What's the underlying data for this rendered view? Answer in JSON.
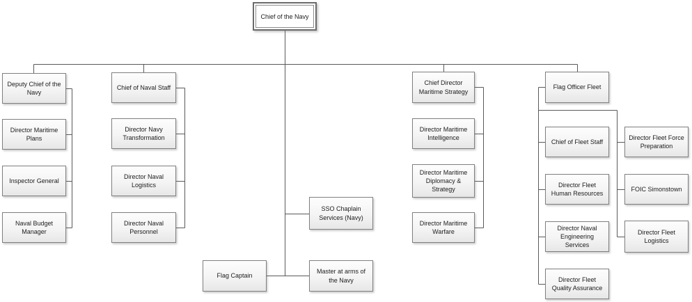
{
  "root": {
    "label": "Chief of the Navy"
  },
  "staff_offices": {
    "sso_chaplain": "SSO Chaplain Services (Navy)",
    "flag_captain": "Flag Captain",
    "master_at_arms": "Master at arms of the Navy"
  },
  "branches": [
    {
      "head": "Deputy Chief of the Navy",
      "subs": [
        "Director Maritime Plans",
        "Inspector General",
        "Naval Budget Manager"
      ]
    },
    {
      "head": "Chief of Naval Staff",
      "subs": [
        "Director Navy Transformation",
        "Director Naval Logistics",
        "Director Naval Personnel"
      ]
    },
    {
      "head": "Chief Director Maritime Strategy",
      "subs": [
        "Director Maritime Intelligence",
        "Director Maritime Diplomacy & Strategy",
        "Director Maritime Warfare"
      ]
    },
    {
      "head": "Flag Officer Fleet",
      "subs_left": [
        "Chief of Fleet Staff",
        "Director Fleet Human Resources",
        "Director Naval Engineering Services",
        "Director Fleet Quality Assurance"
      ],
      "subs_right": [
        "Director Fleet Force Preparation",
        "FOIC Simonstown",
        "Director Fleet Logistics"
      ]
    }
  ],
  "colors": {
    "box_border": "#7f7f7f",
    "box_fill_top": "#fdfdfd",
    "box_fill_bottom": "#e7e7e7",
    "connector": "#595959",
    "text": "#1c1c1c"
  }
}
